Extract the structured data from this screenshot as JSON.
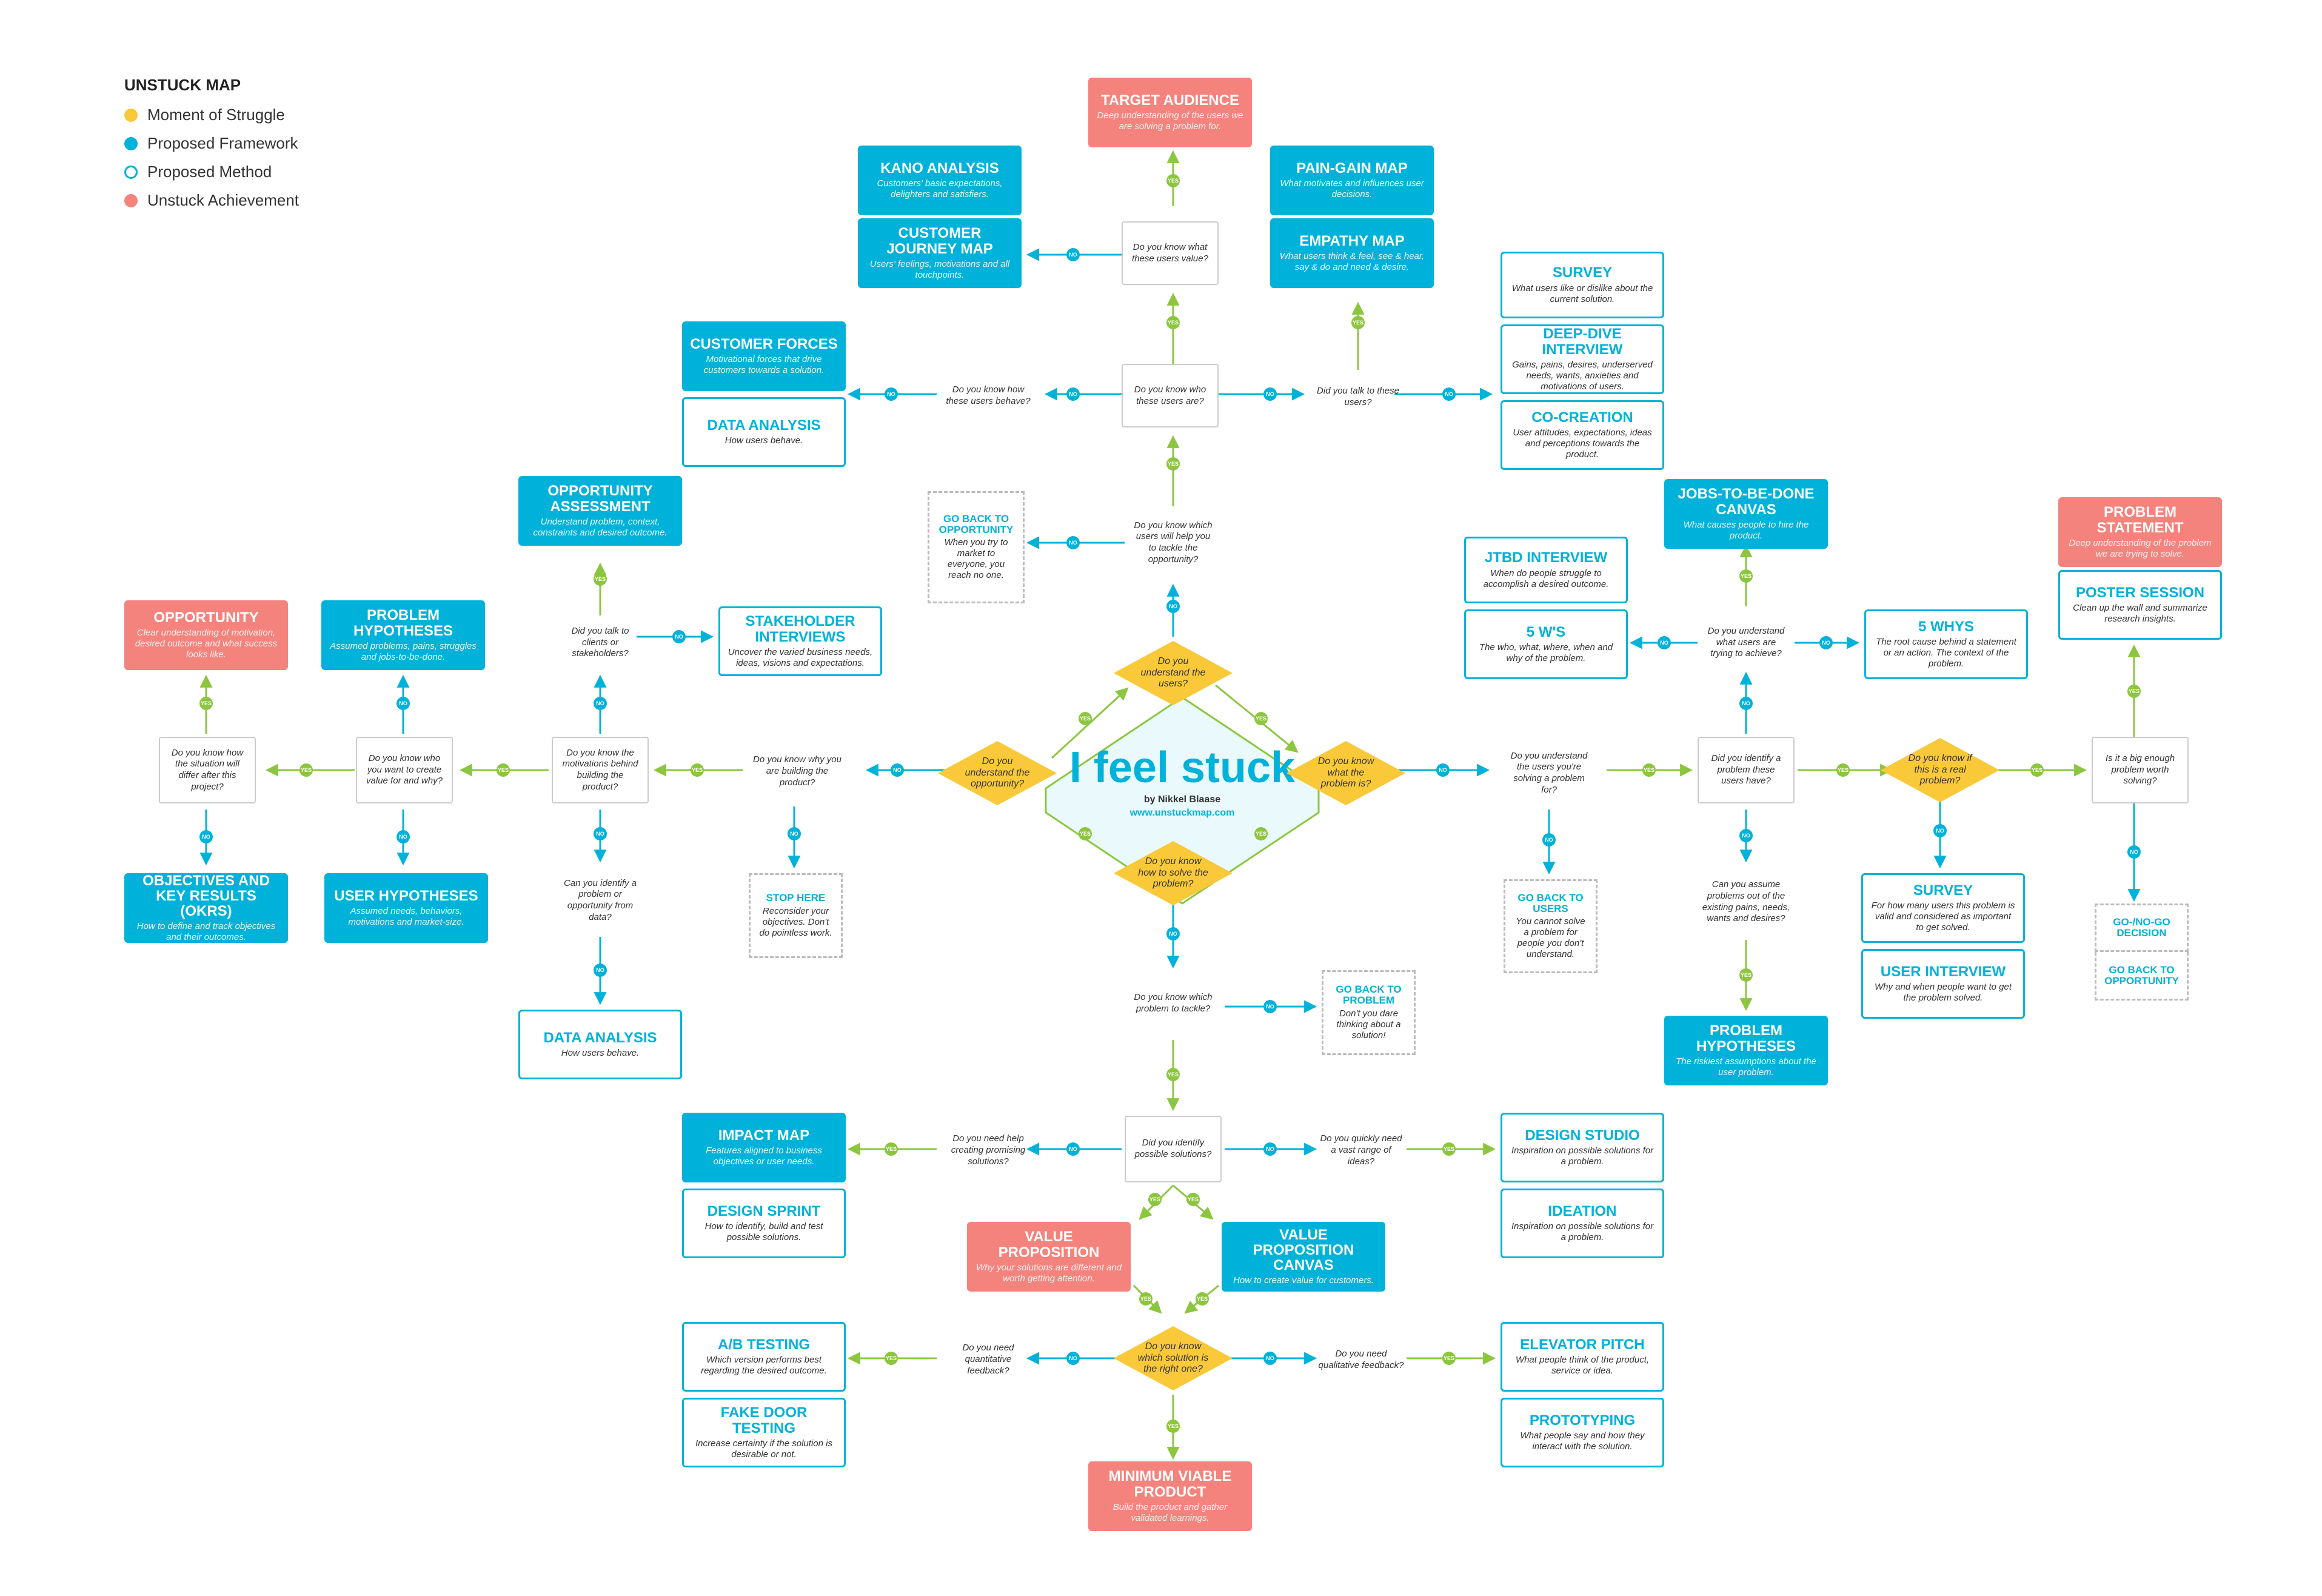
{
  "colors": {
    "struggle": "#f9c93a",
    "framework": "#00b2d9",
    "method": "#00b2d9",
    "achievement": "#f5837d",
    "yes": "#8cc63f",
    "no": "#00b2d9"
  },
  "legend": {
    "title": "UNSTUCK MAP",
    "items": [
      {
        "label": "Moment of Struggle",
        "kind": "struggle"
      },
      {
        "label": "Proposed Framework",
        "kind": "framework"
      },
      {
        "label": "Proposed Method",
        "kind": "method"
      },
      {
        "label": "Unstuck Achievement",
        "kind": "achievement"
      }
    ]
  },
  "center": {
    "title": "I feel stuck",
    "author": "by Nikkel Blaase",
    "url": "www.unstuckmap.com",
    "d_users": "Do you understand the users?",
    "d_opp": "Do you understand the opportunity?",
    "d_prob": "Do you know what the problem is?",
    "d_solve": "Do you know how to solve the problem?",
    "d_real": "Do you know if this is a real problem?",
    "d_right": "Do you know which solution is the right one?"
  },
  "badges": {
    "yes": "YES",
    "no": "NO"
  },
  "nodes": {
    "target_audience": {
      "title": "TARGET AUDIENCE",
      "desc": "Deep understanding of the users we are solving a problem for."
    },
    "kano": {
      "title": "KANO ANALYSIS",
      "desc": "Customers' basic expectations, delighters and satisfiers."
    },
    "journey": {
      "title": "CUSTOMER JOURNEY MAP",
      "desc": "Users' feelings, motivations and all touchpoints."
    },
    "pain_gain": {
      "title": "PAIN-GAIN MAP",
      "desc": "What motivates and influences user decisions."
    },
    "empathy": {
      "title": "EMPATHY MAP",
      "desc": "What users think & feel, see & hear, say & do and need & desire."
    },
    "q_value": "Do you know what these users value?",
    "q_who": "Do you know who these users are?",
    "q_behave": "Do you know how these users behave?",
    "q_talk_users": "Did you talk to these users?",
    "forces": {
      "title": "CUSTOMER FORCES",
      "desc": "Motivational forces that drive customers towards a solution."
    },
    "data_top": {
      "title": "DATA ANALYSIS",
      "desc": "How users behave."
    },
    "survey_top": {
      "title": "SURVEY",
      "desc": "What users like or dislike about the current solution."
    },
    "deep_dive": {
      "title": "DEEP-DIVE INTERVIEW",
      "desc": "Gains, pains, desires, underserved needs, wants, anxieties and motivations of users."
    },
    "co_creation": {
      "title": "CO-CREATION",
      "desc": "User attitudes, expectations, ideas and perceptions towards the product."
    },
    "q_which_users": "Do you know which users will help you to tackle the opportunity?",
    "go_back_opp": {
      "title": "GO BACK TO OPPORTUNITY",
      "desc": "When you try to market to everyone, you reach no one."
    },
    "opp_assess": {
      "title": "OPPORTUNITY ASSESSMENT",
      "desc": "Understand problem, context, constraints and desired outcome."
    },
    "q_talk_clients": "Did you talk to clients or stakeholders?",
    "stakeholder": {
      "title": "STAKEHOLDER INTERVIEWS",
      "desc": "Uncover the varied business needs, ideas, visions and expectations."
    },
    "opportunity": {
      "title": "OPPORTUNITY",
      "desc": "Clear understanding of motivation, desired outcome and what success looks like."
    },
    "prob_hyp_left": {
      "title": "PROBLEM HYPOTHESES",
      "desc": "Assumed problems, pains, struggles and jobs-to-be-done."
    },
    "q_situation": "Do you know how the situation will differ after this project?",
    "q_create_value": "Do you know who you want to create value for and why?",
    "q_motivations": "Do you know the motivations behind building the product?",
    "q_why_building": "Do you know why you are building the product?",
    "okr": {
      "title": "OBJECTIVES AND KEY RESULTS (OKRs)",
      "desc": "How to define and track objectives and their outcomes."
    },
    "user_hyp": {
      "title": "USER HYPOTHESES",
      "desc": "Assumed needs, behaviors, motivations and market-size."
    },
    "q_identify_data": "Can you identify a problem or opportunity from data?",
    "stop_here": {
      "title": "STOP HERE",
      "desc": "Reconsider your objectives. Don't do pointless work."
    },
    "data_left": {
      "title": "DATA ANALYSIS",
      "desc": "How users behave."
    },
    "jtbd_canvas": {
      "title": "JOBS-TO-BE-DONE CANVAS",
      "desc": "What causes people to hire the product."
    },
    "jtbd_interview": {
      "title": "JTBD INTERVIEW",
      "desc": "When do people struggle to accomplish a desired outcome."
    },
    "five_ws": {
      "title": "5 W's",
      "desc": "The who, what, where, when and why of the problem."
    },
    "q_trying": "Do you understand what users are trying to achieve?",
    "five_whys": {
      "title": "5 WHYS",
      "desc": "The root cause behind a statement or an action. The context of the problem."
    },
    "prob_statement": {
      "title": "PROBLEM STATEMENT",
      "desc": "Deep understanding of the problem we are trying to solve."
    },
    "poster": {
      "title": "POSTER SESSION",
      "desc": "Clean up the wall and summarize research insights."
    },
    "q_understand_solving": "Do you understand the users you're solving a problem for?",
    "q_identify_problem": "Did you identify a problem these users have?",
    "q_big_enough": "Is it a big enough problem worth solving?",
    "go_back_users": {
      "title": "GO BACK TO USERS",
      "desc": "You cannot solve a problem for people you don't understand."
    },
    "q_assume": "Can you assume problems out of the existing pains, needs, wants and desires?",
    "survey_right": {
      "title": "SURVEY",
      "desc": "For how many users this problem is valid and considered as important to get solved."
    },
    "user_interview": {
      "title": "USER INTERVIEW",
      "desc": "Why and when people want to get the problem solved."
    },
    "go_nogo": {
      "title": "GO-/NO-GO DECISION",
      "desc": ""
    },
    "go_back_opp2": {
      "title": "GO BACK TO OPPORTUNITY",
      "desc": ""
    },
    "prob_hyp_right": {
      "title": "PROBLEM HYPOTHESES",
      "desc": "The riskiest assumptions about the user problem."
    },
    "q_which_problem": "Do you know which problem to tackle?",
    "go_back_problem": {
      "title": "GO BACK TO PROBLEM",
      "desc": "Don't you dare thinking about a solution!"
    },
    "q_possible": "Did you identify possible solutions?",
    "q_need_help": "Do you need help creating promising solutions?",
    "q_quickly": "Do you quickly need a vast range of ideas?",
    "impact_map": {
      "title": "IMPACT MAP",
      "desc": "Features aligned to business objectives or user needs."
    },
    "design_sprint": {
      "title": "DESIGN SPRINT",
      "desc": "How to identify, build and test possible solutions."
    },
    "design_studio": {
      "title": "DESIGN STUDIO",
      "desc": "Inspiration on possible solutions for a problem."
    },
    "ideation": {
      "title": "IDEATION",
      "desc": "Inspiration on possible solutions for a problem."
    },
    "value_prop": {
      "title": "VALUE PROPOSITION",
      "desc": "Why your solutions are different and worth getting attention."
    },
    "vp_canvas": {
      "title": "VALUE PROPOSITION CANVAS",
      "desc": "How to create value for customers."
    },
    "q_quant": "Do you need quantitative feedback?",
    "q_qual": "Do you need qualitative feedback?",
    "ab_testing": {
      "title": "A/B TESTING",
      "desc": "Which version performs best regarding the desired outcome."
    },
    "fake_door": {
      "title": "FAKE DOOR TESTING",
      "desc": "Increase certainty if the solution is desirable or not."
    },
    "elevator": {
      "title": "ELEVATOR PITCH",
      "desc": "What people think of the product, service or idea."
    },
    "prototyping": {
      "title": "PROTOTYPING",
      "desc": "What people say and how they interact with the solution."
    },
    "mvp": {
      "title": "MINIMUM VIABLE PRODUCT",
      "desc": "Build the product and gather validated learnings."
    }
  }
}
